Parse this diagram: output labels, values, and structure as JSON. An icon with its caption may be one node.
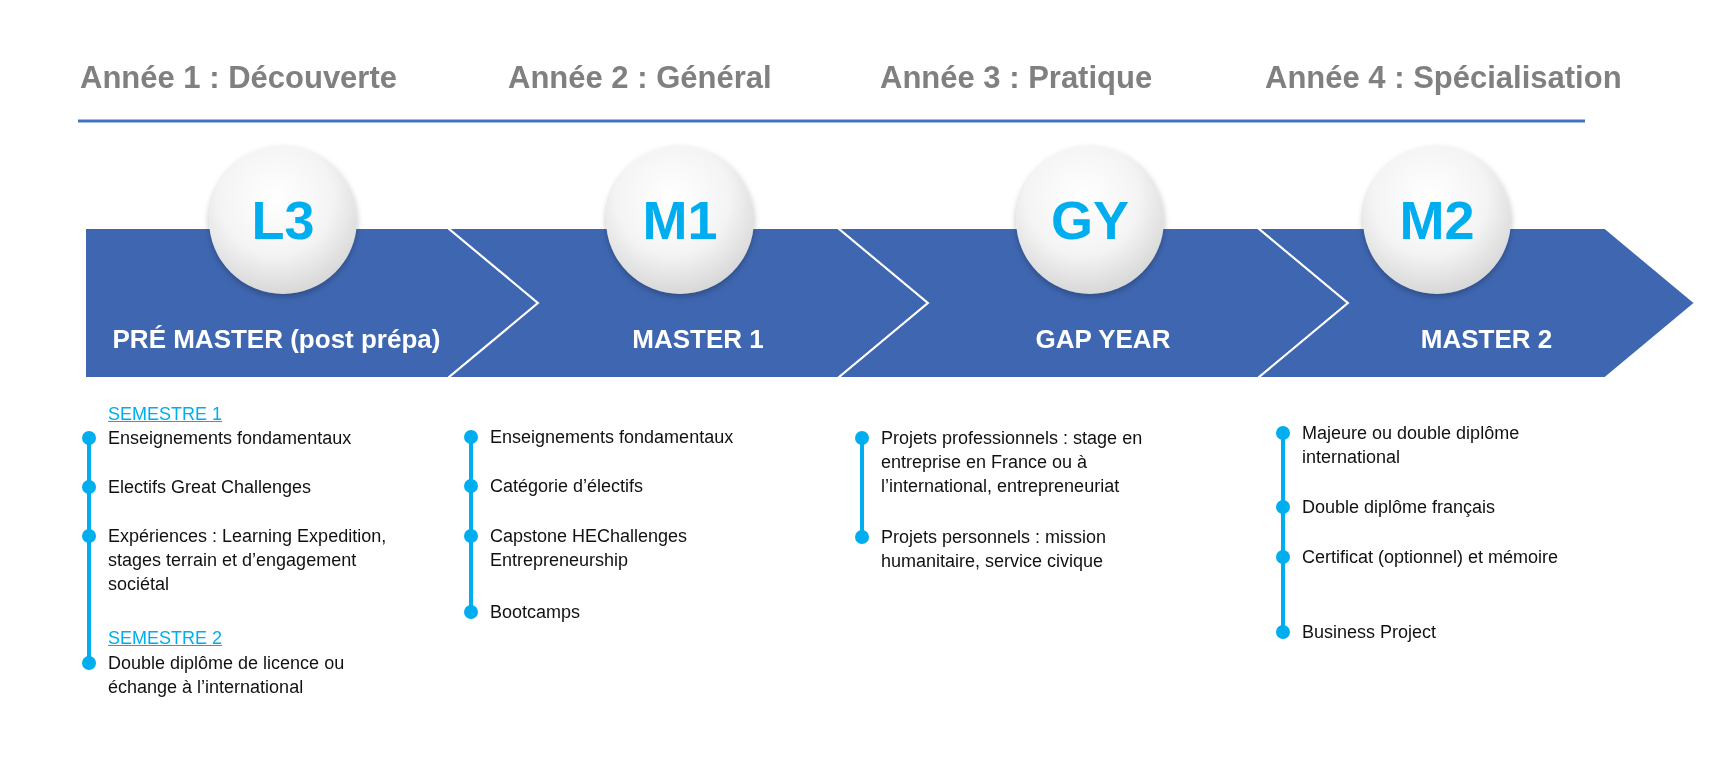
{
  "diagram": {
    "nodes": [
      {
        "text": [
          "L3"
        ]
      },
      {
        "text": [
          "PRÉ MASTER (post prépa)"
        ]
      },
      {
        "text": [
          "M1"
        ]
      },
      {
        "text": [
          "MASTER 1"
        ]
      },
      {
        "text": [
          "GY"
        ]
      },
      {
        "text": [
          "GAP YEAR"
        ]
      },
      {
        "text": [
          "M2"
        ]
      },
      {
        "text": [
          "MASTER 2"
        ]
      }
    ],
    "labels": [
      "Année 1 : Découverte",
      "Année 2 : Général",
      "Année 3 : Pratique",
      "Année 4 : Spécialisation",
      "SEMESTRE 1",
      "Enseignements fondamentaux",
      "Electifs Great Challenges",
      "Expériences : Learning Expedition, stages terrain et d’engagement sociétal",
      "SEMESTRE 2",
      "Double diplôme de licence ou échange à l’international",
      "Enseignements fondamentaux",
      "Catégorie d’électifs",
      "Capstone HEChallenges Entrepreneurship",
      "Bootcamps",
      "Projets professionnels : stage en entreprise en France ou à l’international, entrepreneuriat",
      "Projets personnels : mission humanitaire, service civique",
      "Majeure ou double diplôme international",
      "Double diplôme français",
      "Certificat (optionnel) et mémoire",
      "Business Project"
    ]
  }
}
